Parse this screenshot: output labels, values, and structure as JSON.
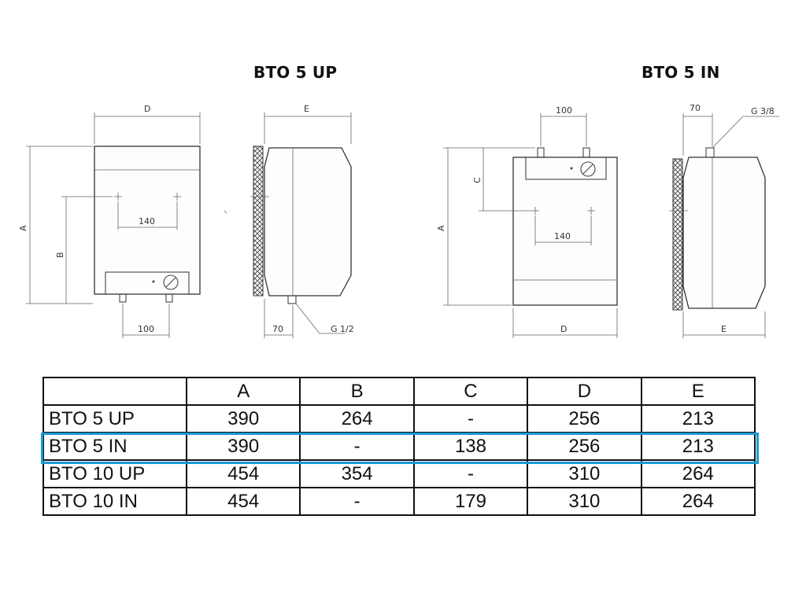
{
  "diagram": {
    "left_title": "BTO 5 UP",
    "right_title": "BTO 5 IN",
    "up_labels": {
      "D": "D",
      "E": "E",
      "A": "A",
      "B": "B",
      "w140": "140",
      "w100": "100",
      "w70": "70",
      "g": "G 1/2"
    },
    "in_labels": {
      "w100": "100",
      "w70": "70",
      "g": "G 3/8",
      "C": "C",
      "A": "A",
      "w140": "140",
      "D": "D",
      "E": "E"
    }
  },
  "table": {
    "headers": [
      "",
      "A",
      "B",
      "C",
      "D",
      "E"
    ],
    "rows": [
      {
        "model": "BTO 5 UP",
        "values": [
          "390",
          "264",
          "-",
          "256",
          "213"
        ]
      },
      {
        "model": "BTO 5 IN",
        "values": [
          "390",
          "-",
          "138",
          "256",
          "213"
        ]
      },
      {
        "model": "BTO 10 UP",
        "values": [
          "454",
          "354",
          "-",
          "310",
          "264"
        ]
      },
      {
        "model": "BTO 10 IN",
        "values": [
          "454",
          "-",
          "179",
          "310",
          "264"
        ]
      }
    ],
    "highlighted_row": 1,
    "highlight_color": "#1a9ad6"
  }
}
